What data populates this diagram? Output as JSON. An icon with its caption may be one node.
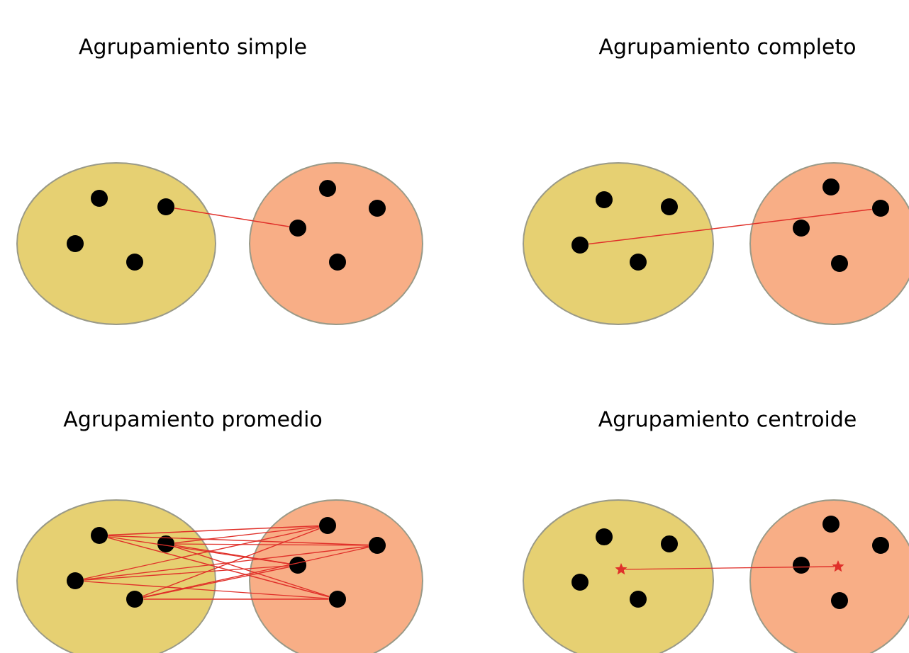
{
  "diagram": {
    "nodes": [
      {
        "text": [],
        "shape": "circle"
      },
      {
        "text": [],
        "shape": "circle",
        "in": 0
      },
      {
        "text": [],
        "shape": "circle",
        "in": 0
      },
      {
        "text": [],
        "shape": "circle",
        "in": 0
      },
      {
        "text": [],
        "shape": "circle",
        "in": 0
      },
      {
        "text": [],
        "shape": "circle"
      },
      {
        "text": [],
        "shape": "circle",
        "in": 5
      },
      {
        "text": [],
        "shape": "circle",
        "in": 5
      },
      {
        "text": [],
        "shape": "circle",
        "in": 5
      },
      {
        "text": [],
        "shape": "circle",
        "in": 5
      },
      {
        "text": [],
        "shape": "circle"
      },
      {
        "text": [],
        "shape": "circle",
        "in": 10
      },
      {
        "text": [],
        "shape": "circle",
        "in": 10
      },
      {
        "text": [],
        "shape": "circle",
        "in": 10
      },
      {
        "text": [],
        "shape": "circle",
        "in": 10
      },
      {
        "text": [],
        "shape": "circle"
      },
      {
        "text": [],
        "shape": "circle",
        "in": 15
      },
      {
        "text": [],
        "shape": "circle",
        "in": 15
      },
      {
        "text": [],
        "shape": "circle",
        "in": 15
      },
      {
        "text": [],
        "shape": "circle",
        "in": 15
      },
      {
        "text": [],
        "shape": "circle"
      },
      {
        "text": [],
        "shape": "circle",
        "in": 20
      },
      {
        "text": [],
        "shape": "circle",
        "in": 20
      },
      {
        "text": [],
        "shape": "circle",
        "in": 20
      },
      {
        "text": [],
        "shape": "circle",
        "in": 20
      },
      {
        "text": [],
        "shape": "circle"
      },
      {
        "text": [],
        "shape": "circle",
        "in": 25
      },
      {
        "text": [],
        "shape": "circle",
        "in": 25
      },
      {
        "text": [],
        "shape": "circle",
        "in": 25
      },
      {
        "text": [],
        "shape": "circle",
        "in": 25
      },
      {
        "text": [],
        "shape": "circle"
      },
      {
        "text": [],
        "shape": "circle",
        "in": 30
      },
      {
        "text": [],
        "shape": "circle",
        "in": 30
      },
      {
        "text": [],
        "shape": "circle",
        "in": 30
      },
      {
        "text": [],
        "shape": "circle",
        "in": 30
      },
      {
        "text": [],
        "shape": "star",
        "in": 30
      },
      {
        "text": [],
        "shape": "circle"
      },
      {
        "text": [],
        "shape": "circle",
        "in": 36
      },
      {
        "text": [],
        "shape": "circle",
        "in": 36
      },
      {
        "text": [],
        "shape": "circle",
        "in": 36
      },
      {
        "text": [],
        "shape": "circle",
        "in": 36
      },
      {
        "text": [],
        "shape": "star",
        "in": 36
      }
    ],
    "edges": [
      {
        "from": 2,
        "to": 8,
        "arrow": "none"
      },
      {
        "from": 13,
        "to": 17,
        "arrow": "none"
      },
      {
        "from": 21,
        "to": 26,
        "arrow": "none"
      },
      {
        "from": 21,
        "to": 27,
        "arrow": "none"
      },
      {
        "from": 21,
        "to": 28,
        "arrow": "none"
      },
      {
        "from": 21,
        "to": 29,
        "arrow": "none"
      },
      {
        "from": 22,
        "to": 26,
        "arrow": "none"
      },
      {
        "from": 22,
        "to": 27,
        "arrow": "none"
      },
      {
        "from": 22,
        "to": 28,
        "arrow": "none"
      },
      {
        "from": 22,
        "to": 29,
        "arrow": "none"
      },
      {
        "from": 23,
        "to": 26,
        "arrow": "none"
      },
      {
        "from": 23,
        "to": 27,
        "arrow": "none"
      },
      {
        "from": 23,
        "to": 28,
        "arrow": "none"
      },
      {
        "from": 23,
        "to": 29,
        "arrow": "none"
      },
      {
        "from": 24,
        "to": 26,
        "arrow": "none"
      },
      {
        "from": 24,
        "to": 27,
        "arrow": "none"
      },
      {
        "from": 24,
        "to": 28,
        "arrow": "none"
      },
      {
        "from": 24,
        "to": 29,
        "arrow": "none"
      },
      {
        "from": 35,
        "to": 41,
        "arrow": "none"
      }
    ],
    "labels": [
      "Agrupamiento simple",
      "Agrupamiento completo",
      "Agrupamiento promedio",
      "Agrupamiento centroide"
    ]
  }
}
